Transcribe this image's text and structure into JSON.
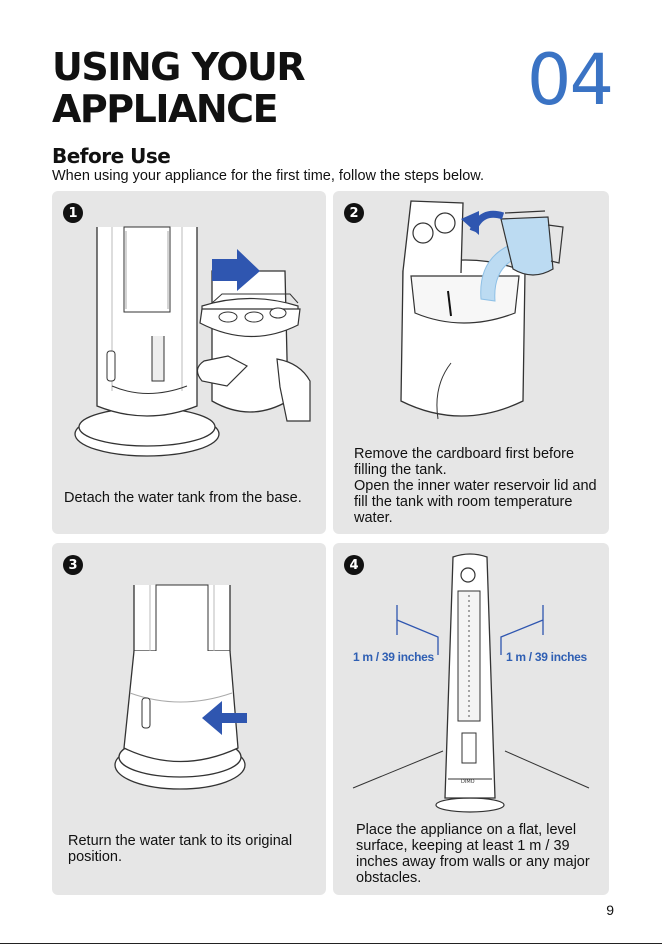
{
  "header": {
    "title_line1": "USING YOUR",
    "title_line2": "APPLIANCE",
    "chapter_number": "04"
  },
  "section": {
    "heading": "Before Use",
    "intro": "When using your appliance for the first time, follow the steps below."
  },
  "steps": [
    {
      "number": "1",
      "caption": "Detach the water tank from the base."
    },
    {
      "number": "2",
      "caption_line1": "Remove the cardboard first before filling the tank.",
      "caption_line2": "Open the inner water reservoir lid and fill the tank with room temperature water."
    },
    {
      "number": "3",
      "caption": "Return the water tank to its original position."
    },
    {
      "number": "4",
      "caption": "Place the appliance on a flat, level surface, keeping at least 1 m / 39 inches away from walls or any major obstacles.",
      "distance_left": "1 m / 39 inches",
      "distance_right": "1 m / 39 inches"
    }
  ],
  "colors": {
    "accent": "#3a73c4",
    "arrow": "#2f56b0",
    "card": "#e6e6e6"
  },
  "page_number": "9"
}
